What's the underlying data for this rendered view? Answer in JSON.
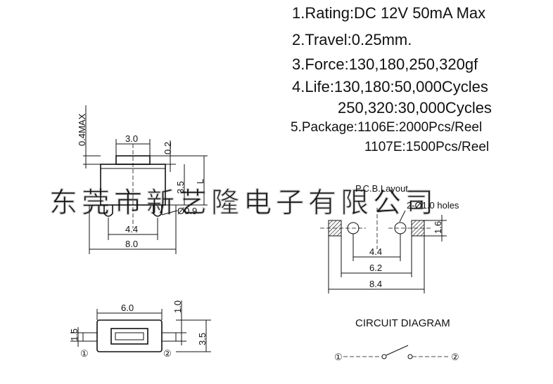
{
  "specs": {
    "rating": "1.Rating:DC 12V 50mA Max",
    "travel": "2.Travel:0.25mm.",
    "force": "3.Force:130,180,250,320gf",
    "life_line1": "4.Life:130,180:50,000Cycles",
    "life_line2": "250,320:30,000Cycles",
    "package_line1": "5.Package:1106E:2000Pcs/Reel",
    "package_line2": "1107E:1500Pcs/Reel"
  },
  "watermark": "东莞市新艺隆电子有限公司",
  "side_view": {
    "dim_max": "0.4MAX",
    "dim_top_width": "3.0",
    "dim_02": "0.2",
    "dim_35": "3.5",
    "dim_L": "L",
    "dim_hole": "Ø0.9",
    "dim_44": "4.4",
    "dim_80": "8.0"
  },
  "bottom_view": {
    "dim_60": "6.0",
    "dim_10": "1.0",
    "dim_15": "1.5",
    "dim_35": "3.5",
    "pin1": "①",
    "pin2": "②"
  },
  "pcb_layout": {
    "title": "P.C.B.Layout",
    "holes": "2-Ø1.0 holes",
    "dim_16": "1.6",
    "dim_44": "4.4",
    "dim_62": "6.2",
    "dim_84": "8.4"
  },
  "circuit": {
    "title": "CIRCUIT DIAGRAM",
    "pin1": "①",
    "pin2": "②"
  }
}
